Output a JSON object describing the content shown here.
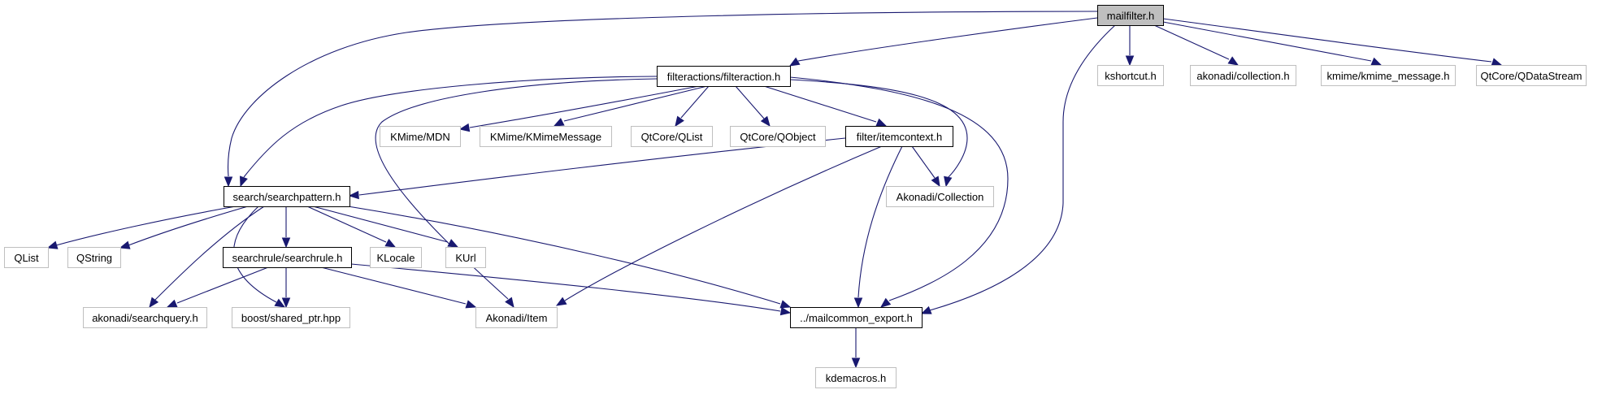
{
  "diagram": {
    "type": "include-dependency-graph",
    "colors": {
      "edge": "#191970",
      "root_fill": "#bfbfbf",
      "external_border": "#bfbfbf",
      "primary_border": "#000000"
    },
    "nodes": [
      {
        "id": "mailfilter",
        "label": "mailfilter.h",
        "kind": "root"
      },
      {
        "id": "filteraction",
        "label": "filteractions/filteraction.h",
        "kind": "primary"
      },
      {
        "id": "kshortcut",
        "label": "kshortcut.h",
        "kind": "external"
      },
      {
        "id": "akcollection_h",
        "label": "akonadi/collection.h",
        "kind": "external"
      },
      {
        "id": "kmime_message",
        "label": "kmime/kmime_message.h",
        "kind": "external"
      },
      {
        "id": "qdatastream",
        "label": "QtCore/QDataStream",
        "kind": "external"
      },
      {
        "id": "kmime_mdn",
        "label": "KMime/MDN",
        "kind": "external"
      },
      {
        "id": "kmime_kmm",
        "label": "KMime/KMimeMessage",
        "kind": "external"
      },
      {
        "id": "qtcore_qlist",
        "label": "QtCore/QList",
        "kind": "external"
      },
      {
        "id": "qtcore_qobject",
        "label": "QtCore/QObject",
        "kind": "external"
      },
      {
        "id": "itemcontext",
        "label": "filter/itemcontext.h",
        "kind": "primary"
      },
      {
        "id": "searchpattern",
        "label": "search/searchpattern.h",
        "kind": "primary"
      },
      {
        "id": "akonadi_collection",
        "label": "Akonadi/Collection",
        "kind": "external"
      },
      {
        "id": "qlist",
        "label": "QList",
        "kind": "external"
      },
      {
        "id": "qstring",
        "label": "QString",
        "kind": "external"
      },
      {
        "id": "searchrule",
        "label": "searchrule/searchrule.h",
        "kind": "primary"
      },
      {
        "id": "klocale",
        "label": "KLocale",
        "kind": "external"
      },
      {
        "id": "kurl",
        "label": "KUrl",
        "kind": "external"
      },
      {
        "id": "searchquery",
        "label": "akonadi/searchquery.h",
        "kind": "external"
      },
      {
        "id": "shared_ptr",
        "label": "boost/shared_ptr.hpp",
        "kind": "external"
      },
      {
        "id": "akonadi_item",
        "label": "Akonadi/Item",
        "kind": "external"
      },
      {
        "id": "mailcommon_export",
        "label": "../mailcommon_export.h",
        "kind": "primary"
      },
      {
        "id": "kdemacros",
        "label": "kdemacros.h",
        "kind": "external"
      }
    ],
    "edges": [
      {
        "from": "mailfilter",
        "to": "searchpattern"
      },
      {
        "from": "mailfilter",
        "to": "filteraction"
      },
      {
        "from": "mailfilter",
        "to": "mailcommon_export"
      },
      {
        "from": "mailfilter",
        "to": "kshortcut"
      },
      {
        "from": "mailfilter",
        "to": "akcollection_h"
      },
      {
        "from": "mailfilter",
        "to": "kmime_message"
      },
      {
        "from": "mailfilter",
        "to": "qdatastream"
      },
      {
        "from": "filteraction",
        "to": "searchpattern"
      },
      {
        "from": "filteraction",
        "to": "akonadi_item"
      },
      {
        "from": "filteraction",
        "to": "kmime_mdn"
      },
      {
        "from": "filteraction",
        "to": "kmime_kmm"
      },
      {
        "from": "filteraction",
        "to": "qtcore_qlist"
      },
      {
        "from": "filteraction",
        "to": "qtcore_qobject"
      },
      {
        "from": "filteraction",
        "to": "itemcontext"
      },
      {
        "from": "filteraction",
        "to": "akonadi_collection"
      },
      {
        "from": "filteraction",
        "to": "mailcommon_export"
      },
      {
        "from": "itemcontext",
        "to": "searchpattern"
      },
      {
        "from": "itemcontext",
        "to": "akonadi_item"
      },
      {
        "from": "itemcontext",
        "to": "mailcommon_export"
      },
      {
        "from": "itemcontext",
        "to": "akonadi_collection"
      },
      {
        "from": "searchpattern",
        "to": "qlist"
      },
      {
        "from": "searchpattern",
        "to": "qstring"
      },
      {
        "from": "searchpattern",
        "to": "searchquery"
      },
      {
        "from": "searchpattern",
        "to": "shared_ptr"
      },
      {
        "from": "searchpattern",
        "to": "searchrule"
      },
      {
        "from": "searchpattern",
        "to": "klocale"
      },
      {
        "from": "searchpattern",
        "to": "kurl"
      },
      {
        "from": "searchpattern",
        "to": "mailcommon_export"
      },
      {
        "from": "searchrule",
        "to": "searchquery"
      },
      {
        "from": "searchrule",
        "to": "shared_ptr"
      },
      {
        "from": "searchrule",
        "to": "akonadi_item"
      },
      {
        "from": "searchrule",
        "to": "mailcommon_export"
      },
      {
        "from": "mailcommon_export",
        "to": "kdemacros"
      }
    ]
  }
}
